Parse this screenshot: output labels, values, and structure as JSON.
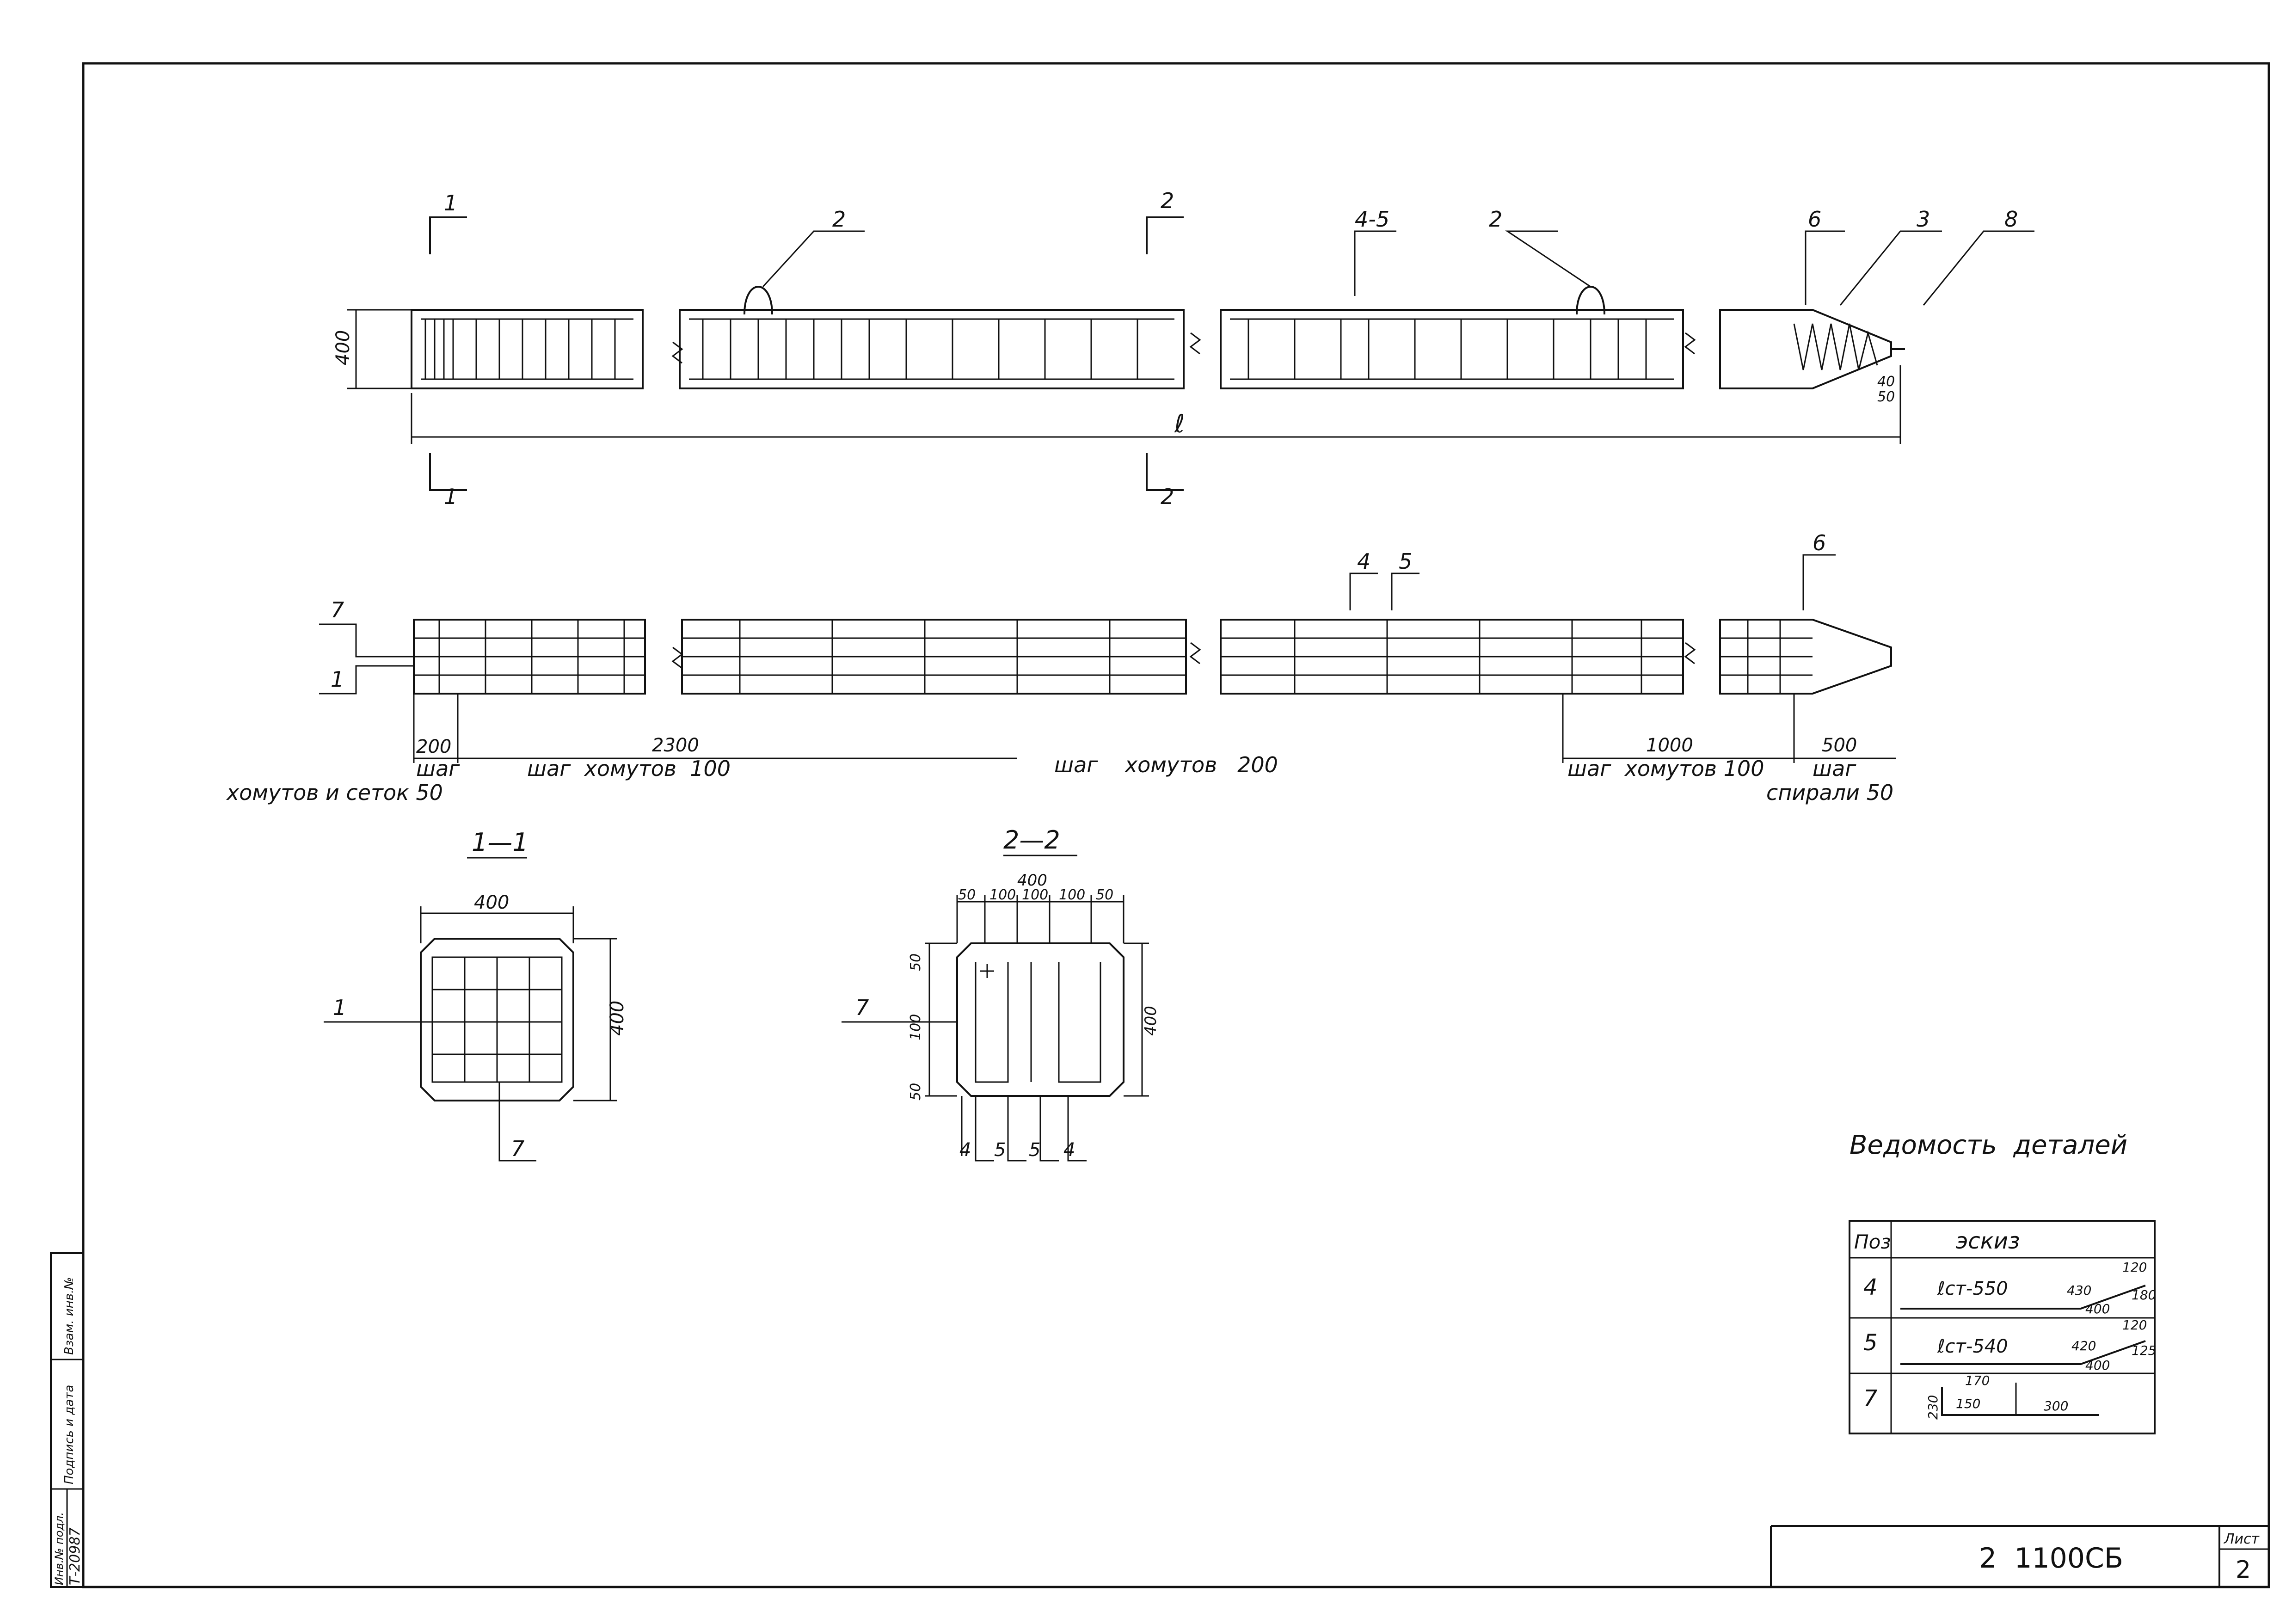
{
  "labels": {
    "pos_1": "1",
    "pos_2": "2",
    "pos_3": "3",
    "pos_4": "4",
    "pos_5": "5",
    "pos_6": "6",
    "pos_7": "7",
    "pos_8": "8",
    "pos_4_5": "4-5",
    "length_l": "ℓ"
  },
  "dims": {
    "d400": "400",
    "d40": "40",
    "d50": "50",
    "d200": "200",
    "d2300": "2300",
    "d1000": "1000",
    "d500": "500",
    "d100": "100"
  },
  "pitch_notes": {
    "stirrups_and_meshes_50_a": "шаг",
    "stirrups_and_meshes_50_b": "хомутов и сеток 50",
    "stirrups_100_left": "шаг  хомутов  100",
    "stirrups_200": "шаг    хомутов   200",
    "stirrups_100_right": "шаг  хомутов 100",
    "spiral_a": "шаг",
    "spiral_b": "спирали 50"
  },
  "sections": {
    "s11_title": "1—1",
    "s22_title": "2—2"
  },
  "details": {
    "title": "Ведомость  деталей",
    "col_pos": "Поз",
    "col_sketch": "эскиз",
    "rows": [
      {
        "pos": "4",
        "sketch": "ℓст-550",
        "a": "120",
        "b": "430",
        "c": "180",
        "d": "400"
      },
      {
        "pos": "5",
        "sketch": "ℓст-540",
        "a": "120",
        "b": "420",
        "c": "125",
        "d": "400"
      },
      {
        "pos": "7",
        "sketch": "",
        "a": "170",
        "b": "230",
        "c": "150",
        "d": "300"
      }
    ]
  },
  "side_stamp": {
    "inv_podl": "Инв.№ подл.",
    "sign_date": "Подпись и дата",
    "vzam_inv": "Взам. инв.№",
    "inv_number": "Т-20987"
  },
  "title_block": {
    "doc_code": "2  1100СБ",
    "sheet_label": "Лист",
    "sheet_number": "2"
  }
}
